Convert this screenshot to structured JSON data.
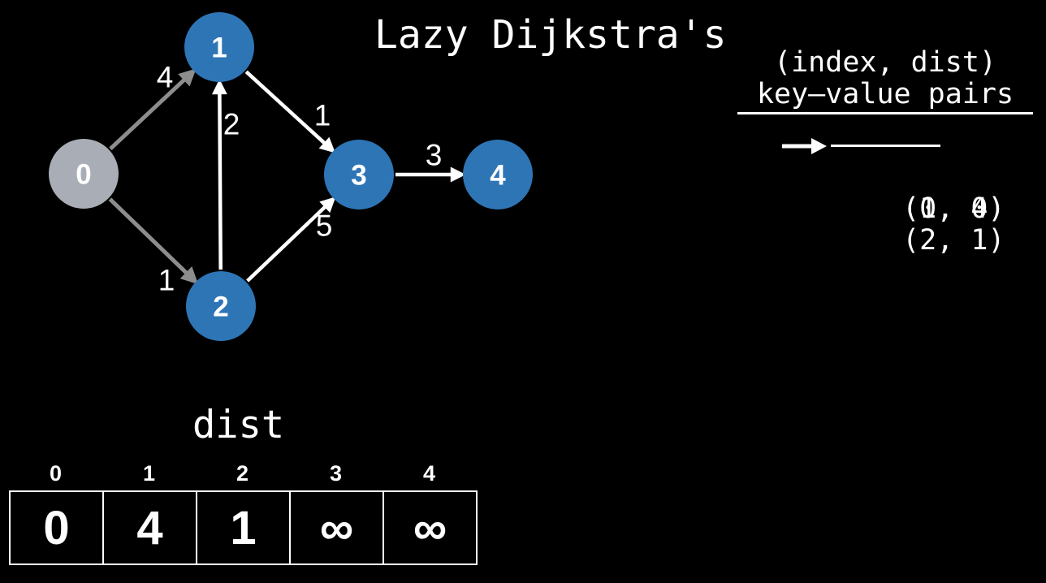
{
  "title": "Lazy Dijkstra's",
  "colors": {
    "background": "#000000",
    "node_blue": "#2e75b6",
    "node_gray": "#a9adb5",
    "edge_gray": "#8d8d8d",
    "edge_white": "#ffffff",
    "text": "#ffffff"
  },
  "graph": {
    "nodes": [
      {
        "id": "0",
        "label": "0",
        "state": "current-gray"
      },
      {
        "id": "1",
        "label": "1",
        "state": "default-blue"
      },
      {
        "id": "2",
        "label": "2",
        "state": "default-blue"
      },
      {
        "id": "3",
        "label": "3",
        "state": "default-blue"
      },
      {
        "id": "4",
        "label": "4",
        "state": "default-blue"
      }
    ],
    "edges": [
      {
        "from": "0",
        "to": "1",
        "weight": "4",
        "color": "gray"
      },
      {
        "from": "0",
        "to": "2",
        "weight": "1",
        "color": "gray"
      },
      {
        "from": "2",
        "to": "1",
        "weight": "2",
        "color": "white"
      },
      {
        "from": "1",
        "to": "3",
        "weight": "1",
        "color": "white"
      },
      {
        "from": "2",
        "to": "3",
        "weight": "5",
        "color": "white"
      },
      {
        "from": "3",
        "to": "4",
        "weight": "3",
        "color": "white"
      }
    ]
  },
  "priority_queue": {
    "heading_line1": "(index, dist)",
    "heading_line2": "key–value pairs",
    "entries": [
      {
        "text": "(0, 0)",
        "struck": true,
        "current": true
      },
      {
        "text": "(1, 4)",
        "struck": false,
        "current": false
      },
      {
        "text": "(2, 1)",
        "struck": false,
        "current": false
      }
    ]
  },
  "dist_array": {
    "title": "dist",
    "indices": [
      "0",
      "1",
      "2",
      "3",
      "4"
    ],
    "values": [
      "0",
      "4",
      "1",
      "∞",
      "∞"
    ]
  }
}
